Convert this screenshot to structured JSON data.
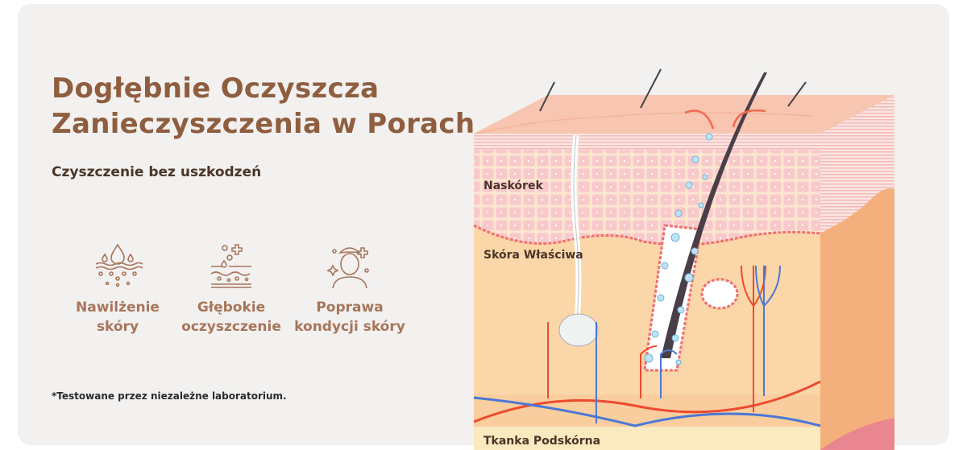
{
  "title": {
    "line1": "Dogłębnie Oczyszcza",
    "line2": "Zanieczyszczenia w Porach"
  },
  "subtitle": "Czyszczenie bez uszkodzeń",
  "features": [
    {
      "icon": "skin-hydration-icon",
      "line1": "Nawilżenie",
      "line2": "skóry"
    },
    {
      "icon": "deep-cleansing-icon",
      "line1": "Głębokie",
      "line2": "oczyszczenie"
    },
    {
      "icon": "face-care-icon",
      "line1": "Poprawa",
      "line2": "kondycji skóry"
    }
  ],
  "note": "*Testowane przez niezależne laboratorium.",
  "diagram": {
    "layers": {
      "epidermis": "Naskórek",
      "dermis": "Skóra Właściwa",
      "subcutis": "Tkanka Podskórna"
    }
  },
  "colors": {
    "accent": "#a8755a",
    "title": "#8f5e3f",
    "artery": "#ee4a2e",
    "vein": "#4a78d6"
  }
}
